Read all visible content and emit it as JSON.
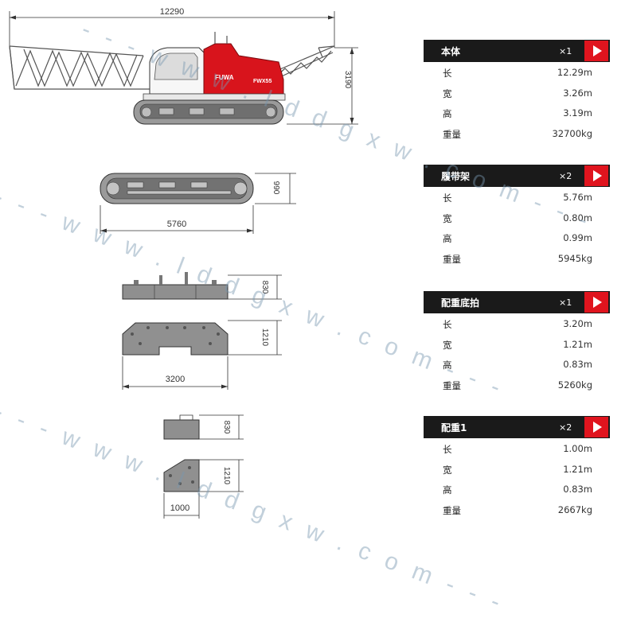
{
  "dimensions": {
    "crane_length": "12290",
    "crane_height": "3190",
    "track_length": "5760",
    "track_height": "990",
    "base_height": "830",
    "base_width_front": "1210",
    "base_length": "3200",
    "weight_height": "830",
    "weight_width_front": "1210",
    "weight_length": "1000"
  },
  "crane_brand": "FUWA",
  "crane_model": "FWX55",
  "specs": [
    {
      "title": "本体",
      "qty": "×1",
      "rows": [
        {
          "label": "长",
          "value": "12.29m"
        },
        {
          "label": "宽",
          "value": "3.26m"
        },
        {
          "label": "高",
          "value": "3.19m"
        },
        {
          "label": "重量",
          "value": "32700kg"
        }
      ]
    },
    {
      "title": "履带架",
      "qty": "×2",
      "rows": [
        {
          "label": "长",
          "value": "5.76m"
        },
        {
          "label": "宽",
          "value": "0.80m"
        },
        {
          "label": "高",
          "value": "0.99m"
        },
        {
          "label": "重量",
          "value": "5945kg"
        }
      ]
    },
    {
      "title": "配重底拍",
      "qty": "×1",
      "rows": [
        {
          "label": "长",
          "value": "3.20m"
        },
        {
          "label": "宽",
          "value": "1.21m"
        },
        {
          "label": "高",
          "value": "0.83m"
        },
        {
          "label": "重量",
          "value": "5260kg"
        }
      ]
    },
    {
      "title": "配重1",
      "qty": "×2",
      "rows": [
        {
          "label": "长",
          "value": "1.00m"
        },
        {
          "label": "宽",
          "value": "1.21m"
        },
        {
          "label": "高",
          "value": "0.83m"
        },
        {
          "label": "重量",
          "value": "2667kg"
        }
      ]
    }
  ],
  "watermark": "- - - w w w . l d d g x w . c o m - - -",
  "colors": {
    "header_bg": "#1a1a1a",
    "arrow_bg": "#e0141e",
    "crane_red": "#d8141c",
    "track_gray": "#8a8a8a"
  }
}
